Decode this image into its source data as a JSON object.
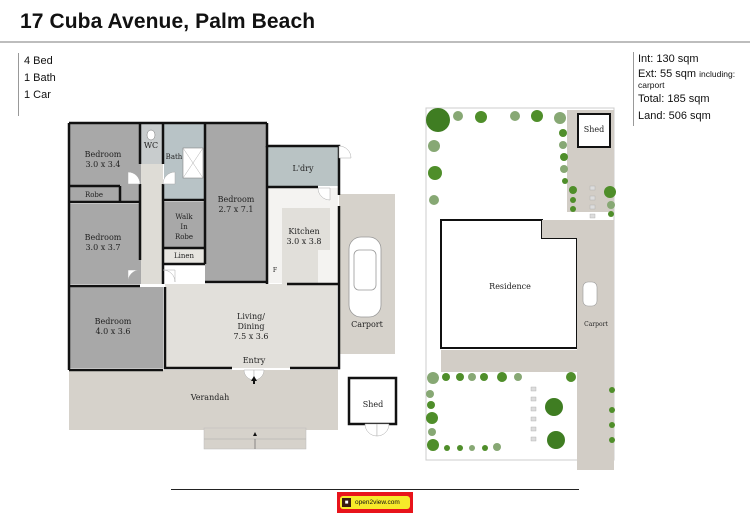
{
  "header": {
    "title": "17 Cuba Avenue, Palm Beach"
  },
  "features": [
    {
      "label": "4 Bed"
    },
    {
      "label": "1 Bath"
    },
    {
      "label": "1 Car"
    }
  ],
  "areas": {
    "internal": "Int: 130 sqm",
    "external": "Ext: 55 sqm",
    "external_note": "including: carport",
    "total": "Total: 185 sqm",
    "land": "Land: 506 sqm"
  },
  "floor_plan": {
    "rooms": [
      {
        "name": "Bedroom",
        "size": "3.0 x 3.4"
      },
      {
        "name": "Robe",
        "size": ""
      },
      {
        "name": "WC",
        "size": ""
      },
      {
        "name": "Bath",
        "size": ""
      },
      {
        "name": "Bedroom",
        "size": "3.0 x 3.7"
      },
      {
        "name": "Walk\nIn\nRobe",
        "size": ""
      },
      {
        "name": "Bedroom",
        "size": "2.7 x 7.1"
      },
      {
        "name": "Linen",
        "size": ""
      },
      {
        "name": "L'dry",
        "size": ""
      },
      {
        "name": "Kitchen",
        "size": "3.0 x 3.8"
      },
      {
        "name": "Bedroom",
        "size": "4.0 x 3.6"
      },
      {
        "name": "Living/\nDining",
        "size": "7.5 x 3.6"
      },
      {
        "name": "Entry",
        "size": ""
      },
      {
        "name": "Carport",
        "size": ""
      },
      {
        "name": "Verandah",
        "size": ""
      },
      {
        "name": "Shed",
        "size": ""
      }
    ],
    "fridge_label": "F"
  },
  "site_plan": {
    "labels": {
      "shed": "Shed",
      "residence": "Residence",
      "carport": "Carport"
    }
  },
  "footer": {
    "logo_text": "open2view.com",
    "logo_icon": "camera-icon"
  },
  "colors": {
    "room_dark": "#a9a9a9",
    "room_light": "#e3e1dc",
    "wet_area": "#b9c3c4",
    "outdoor": "#d2cdc6",
    "wall": "#111111",
    "tree": "#4f8e2a",
    "logo_red": "#e8141b",
    "logo_yellow": "#f6ea2a"
  }
}
